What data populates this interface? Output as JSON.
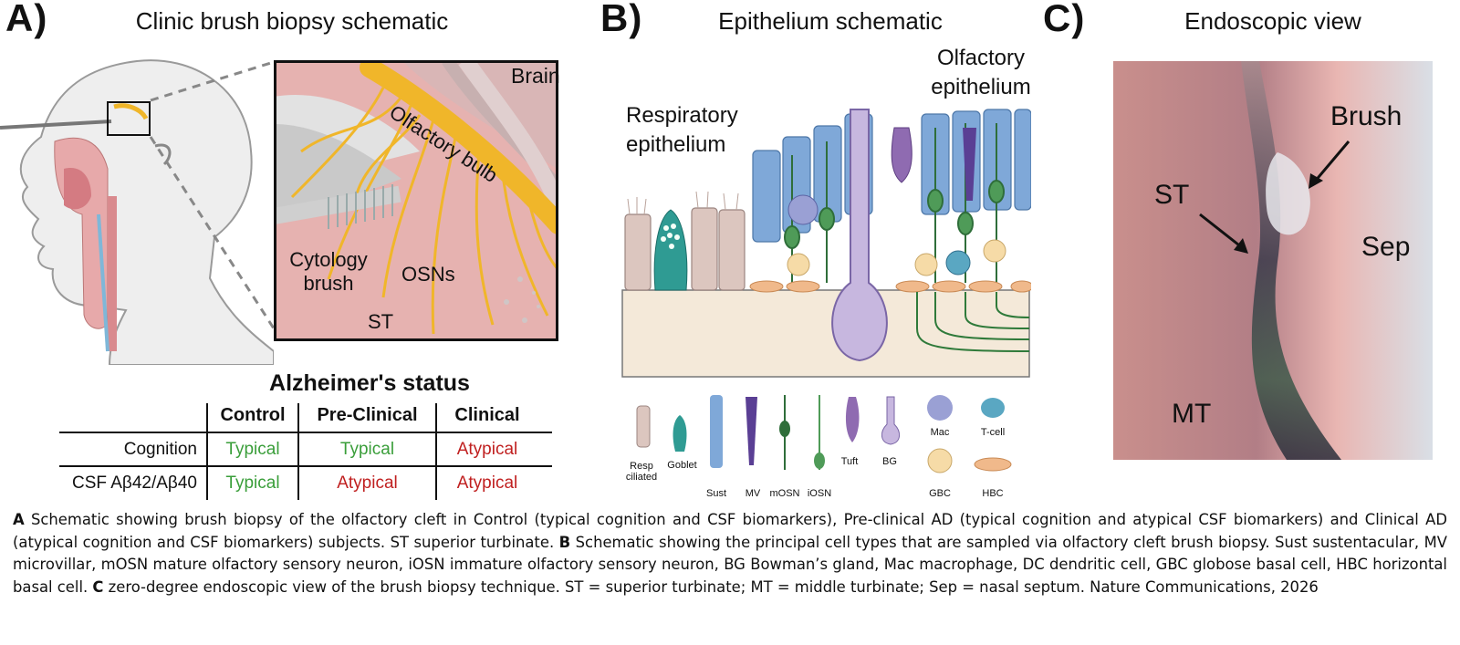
{
  "panelA": {
    "letter": "A)",
    "title": "Clinic brush biopsy schematic",
    "inset_labels": {
      "brain": "Brain",
      "bulb": "Olfactory bulb",
      "brush": "Cytology\nbrush",
      "osns": "OSNs",
      "st": "ST"
    },
    "status": {
      "title": "Alzheimer's status",
      "columns": [
        "Control",
        "Pre-Clinical",
        "Clinical"
      ],
      "rows": [
        {
          "label": "Cognition",
          "cells": [
            "Typical",
            "Typical",
            "Atypical"
          ]
        },
        {
          "label": "CSF Aβ42/Aβ40",
          "cells": [
            "Typical",
            "Atypical",
            "Atypical"
          ]
        }
      ]
    }
  },
  "panelB": {
    "letter": "B)",
    "title": "Epithelium schematic",
    "resp_label_1": "Respiratory",
    "resp_label_2": "epithelium",
    "olf_label_1": "Olfactory",
    "olf_label_2": "epithelium",
    "legend": [
      "Resp ciliated",
      "Goblet",
      "Sust",
      "MV",
      "mOSN",
      "iOSN",
      "Tuft",
      "BG",
      "Mac",
      "T-cell",
      "GBC",
      "HBC"
    ]
  },
  "panelC": {
    "letter": "C)",
    "title": "Endoscopic view",
    "labels": {
      "brush": "Brush",
      "st": "ST",
      "sep": "Sep",
      "mt": "MT"
    }
  },
  "caption": {
    "a_letter": "A",
    "a_text": " Schematic showing brush biopsy of the olfactory cleft in Control (typical cognition and CSF biomarkers), Pre-clinical AD (typical cognition and atypical CSF biomarkers) and Clinical AD (atypical cognition and CSF biomarkers) subjects. ST superior turbinate. ",
    "b_letter": "B",
    "b_text": " Schematic showing the principal cell types that are sampled via olfactory cleft brush biopsy. Sust sustentacular, MV microvillar, mOSN mature olfactory sensory neuron, iOSN immature olfactory sensory neuron, BG Bowman’s gland, Mac macrophage, DC dendritic cell, GBC globose basal cell, HBC horizontal basal cell. ",
    "c_letter": "C",
    "c_text": " zero-degree endoscopic view of the brush biopsy technique. ST = superior turbinate; MT = middle turbinate; Sep = nasal septum. Nature Communications, 2026"
  },
  "colors": {
    "typical": "#3a9e3a",
    "atypical": "#c02020",
    "nerve": "#f0b62a",
    "tissue": "#e8b4b0"
  }
}
